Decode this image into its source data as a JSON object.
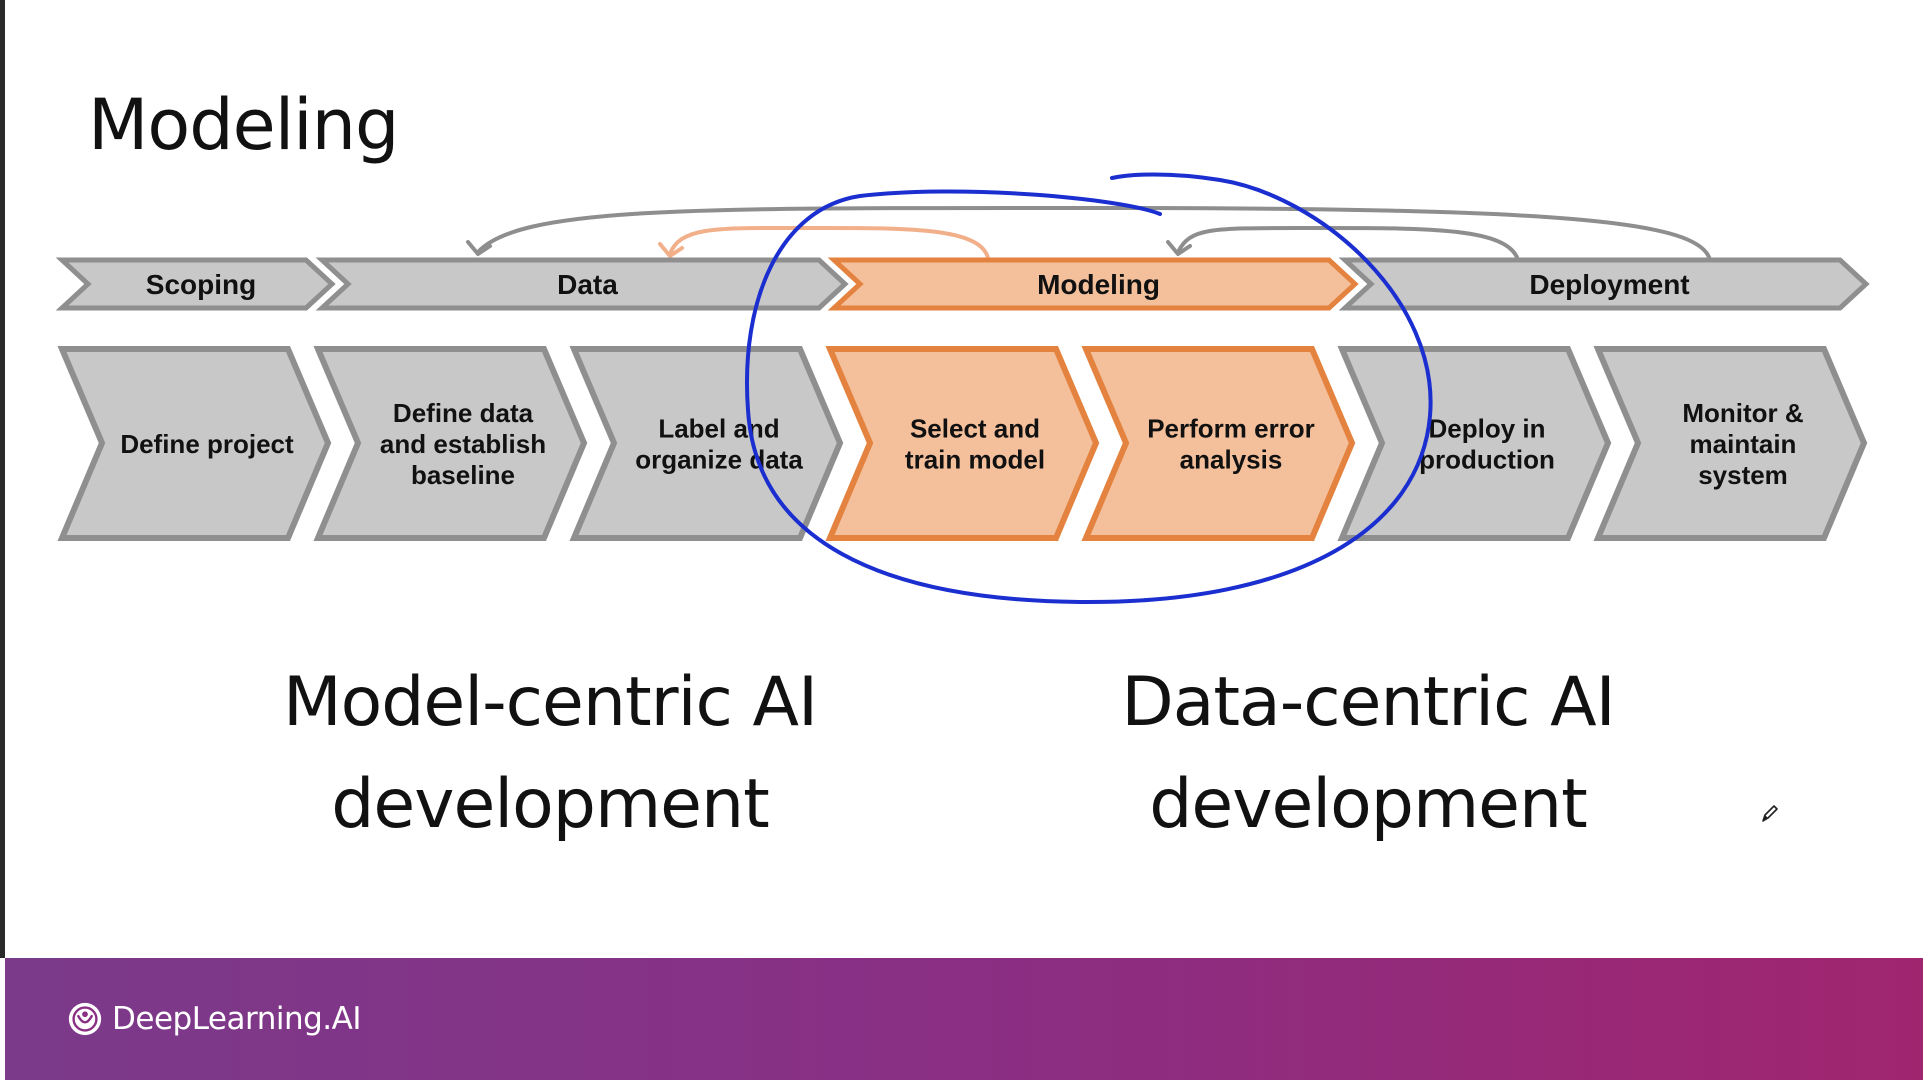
{
  "slide": {
    "title": "Modeling"
  },
  "phases": [
    {
      "label": "Scoping",
      "highlighted": false
    },
    {
      "label": "Data",
      "highlighted": false
    },
    {
      "label": "Modeling",
      "highlighted": true
    },
    {
      "label": "Deployment",
      "highlighted": false
    }
  ],
  "steps": [
    {
      "lines": [
        "Define project"
      ],
      "highlighted": false
    },
    {
      "lines": [
        "Define data",
        "and establish",
        "baseline"
      ],
      "highlighted": false
    },
    {
      "lines": [
        "Label and",
        "organize data"
      ],
      "highlighted": false
    },
    {
      "lines": [
        "Select and",
        "train model"
      ],
      "highlighted": true
    },
    {
      "lines": [
        "Perform error",
        "analysis"
      ],
      "highlighted": true
    },
    {
      "lines": [
        "Deploy in",
        "production"
      ],
      "highlighted": false
    },
    {
      "lines": [
        "Monitor &",
        "maintain",
        "system"
      ],
      "highlighted": false
    }
  ],
  "captions": {
    "model_centric": {
      "line1": "Model-centric AI",
      "line2": "development"
    },
    "data_centric": {
      "line1": "Data-centric AI",
      "line2": "development"
    }
  },
  "footer": {
    "logo_text": "DeepLearning.AI"
  },
  "colors": {
    "gray_fill": "#c8c8c8",
    "gray_stroke": "#8f8f8f",
    "orange_fill": "#f4c09c",
    "orange_stroke": "#e3833f",
    "annotation_blue": "#1b2fd0",
    "feedback_gray": "#8e8e8e",
    "feedback_orange": "#f1b08a"
  },
  "icons": {
    "logo": "deeplearning-ai-logo-icon",
    "cursor": "pen-cursor-icon"
  }
}
